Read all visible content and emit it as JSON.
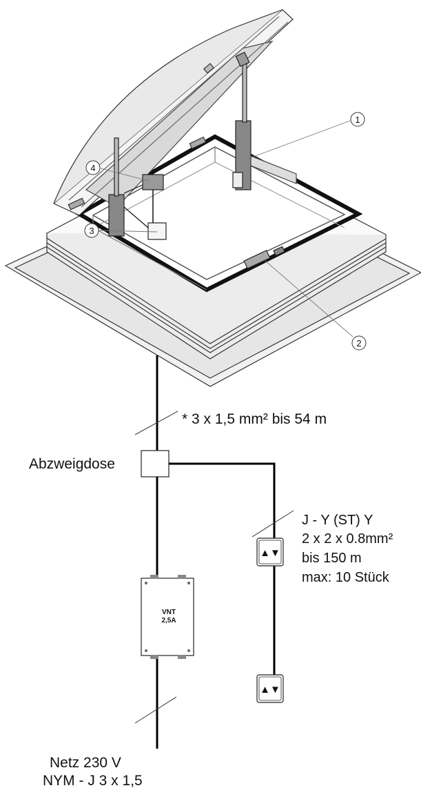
{
  "callouts": [
    "1",
    "2",
    "3",
    "4"
  ],
  "cable_dome": "* 3 x 1,5 mm² bis 54 m",
  "junction_box_label": "Abzweigdose",
  "control_cable": {
    "line1": "J - Y (ST) Y",
    "line2": "2 x 2 x 0.8mm²",
    "line3": "bis 150 m",
    "line4": "max: 10 Stück"
  },
  "power_unit": {
    "line1": "VNT",
    "line2": "2,5A"
  },
  "switch_glyph": "▲▼",
  "mains": {
    "line1": "Netz 230 V",
    "line2": "NYM - J 3 x 1,5"
  }
}
